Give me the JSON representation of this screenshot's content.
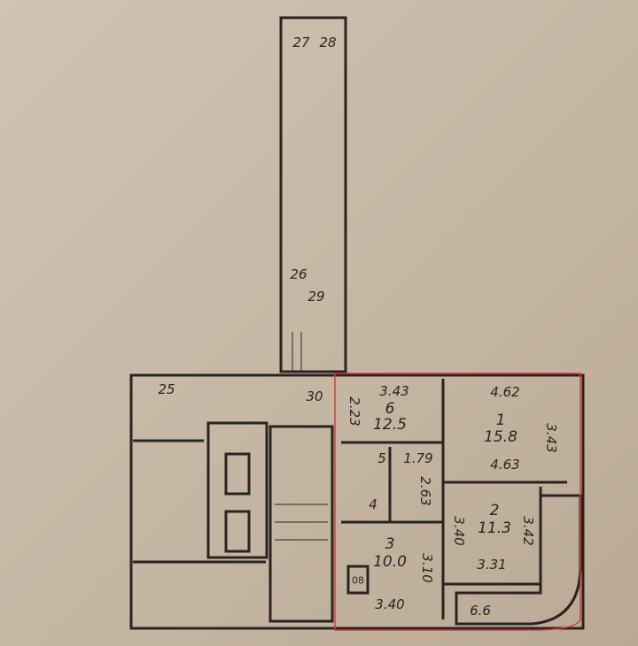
{
  "labels": {
    "l27": "27",
    "l28": "28",
    "l26": "26",
    "l29": "29",
    "l25": "25",
    "l30": "30",
    "r6_w": "3.43",
    "r6_num": "6",
    "r6_area": "12.5",
    "r6_h": "2.23",
    "r1_w": "4.62",
    "r1_num": "1",
    "r1_area": "15.8",
    "r1_w2": "4.63",
    "r1_h": "3.43",
    "r5_num": "5",
    "r5_w": "1.79",
    "r5_h": "2.63",
    "r4_num": "4",
    "r2_num": "2",
    "r2_area": "11.3",
    "r2_h": "3.40",
    "r2_h2": "3.42",
    "r2_w": "3.31",
    "r3_num": "3",
    "r3_area": "10.0",
    "r3_h": "3.10",
    "r3_w": "3.40",
    "balcony": "6.6",
    "stove": "08"
  },
  "colors": {
    "ink": "#2a2420",
    "highlight": "#d83a3a"
  }
}
